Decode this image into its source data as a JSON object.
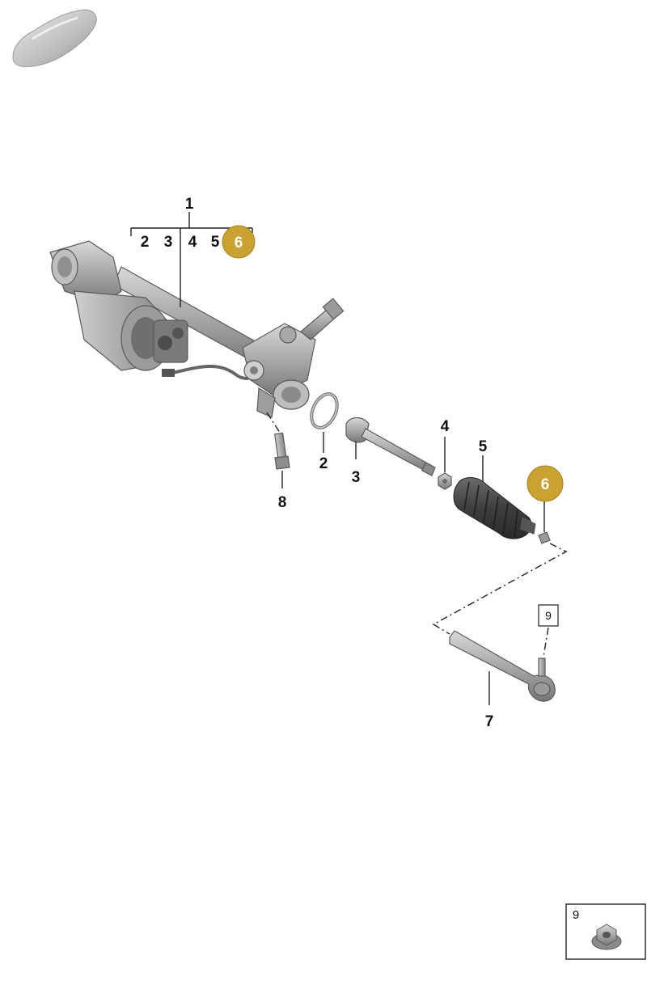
{
  "diagram": {
    "callouts": {
      "c1": "1",
      "c2_group": "2",
      "c3_group": "3",
      "c4_group": "4",
      "c5_group": "5",
      "c6_group": "6",
      "c2": "2",
      "c3": "3",
      "c4": "4",
      "c5": "5",
      "c6": "6",
      "c7": "7",
      "c8": "8",
      "c9_box": "9"
    },
    "inset": {
      "label": "9"
    },
    "highlight_color": "#C9A232",
    "icons": [
      "car-silhouette-icon",
      "steering-rack-icon",
      "seal-ring-icon",
      "inner-tie-rod-icon",
      "lock-nut-icon",
      "rack-boot-icon",
      "clamp-icon",
      "outer-tie-rod-end-icon",
      "bolt-icon",
      "hex-flange-nut-icon"
    ]
  }
}
